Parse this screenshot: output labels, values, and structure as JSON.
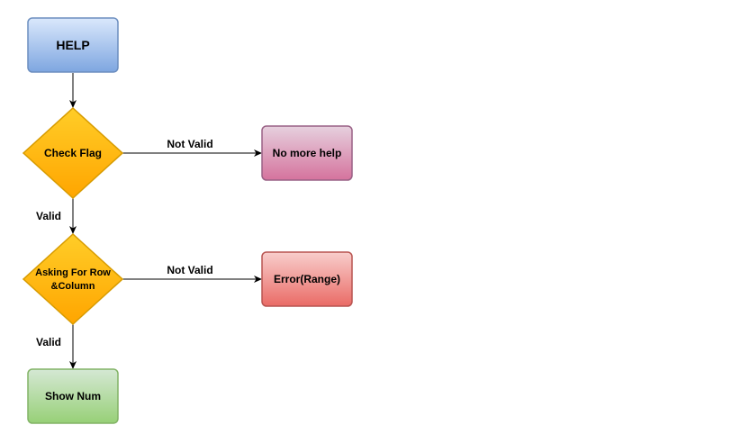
{
  "colors": {
    "help_fill_top": "#dae8fc",
    "help_fill_bottom": "#7ea6e0",
    "help_stroke": "#6c8ebf",
    "diamond_fill_top": "#ffcd28",
    "diamond_fill_bottom": "#ffa500",
    "diamond_stroke": "#d79b00",
    "nomore_fill_top": "#e6d0de",
    "nomore_fill_bottom": "#d5739d",
    "nomore_stroke": "#996185",
    "error_fill_top": "#f8cecc",
    "error_fill_bottom": "#ea6b66",
    "error_stroke": "#b85450",
    "show_fill_top": "#d5e8d4",
    "show_fill_bottom": "#97d077",
    "show_stroke": "#82b366",
    "edge": "#000000"
  },
  "nodes": {
    "help": {
      "label": "HELP"
    },
    "check_flag": {
      "label": "Check Flag"
    },
    "no_more_help": {
      "label": "No more help"
    },
    "asking": {
      "line1": "Asking For Row",
      "line2": "&Column"
    },
    "error_range": {
      "label": "Error(Range)"
    },
    "show_num": {
      "label": "Show Num"
    }
  },
  "edges": {
    "check_not_valid": "Not Valid",
    "check_valid": "Valid",
    "asking_not_valid": "Not Valid",
    "asking_valid": "Valid"
  }
}
